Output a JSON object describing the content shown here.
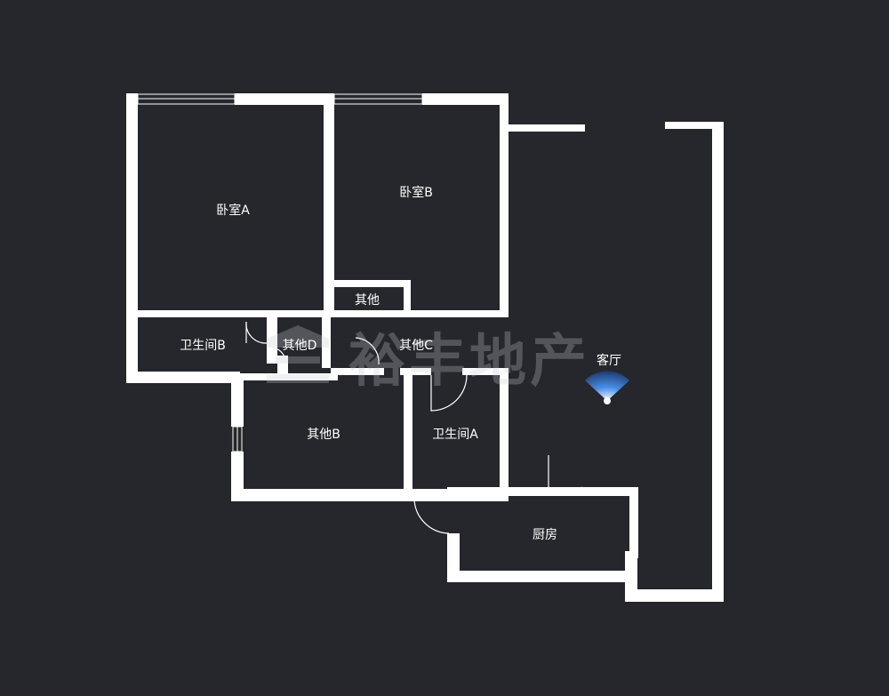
{
  "rooms": {
    "bedroom_a": "卧室A",
    "bedroom_b": "卧室B",
    "other": "其他",
    "bathroom_b": "卫生间B",
    "other_d": "其他D",
    "other_c": "其他C",
    "living_room": "客厅",
    "other_b": "其他B",
    "bathroom_a": "卫生间A",
    "kitchen": "厨房"
  },
  "watermark": {
    "text": "裕丰地产"
  },
  "colors": {
    "background": "#26272c",
    "walls": "#ffffff",
    "camera": "#4a8fe8"
  }
}
